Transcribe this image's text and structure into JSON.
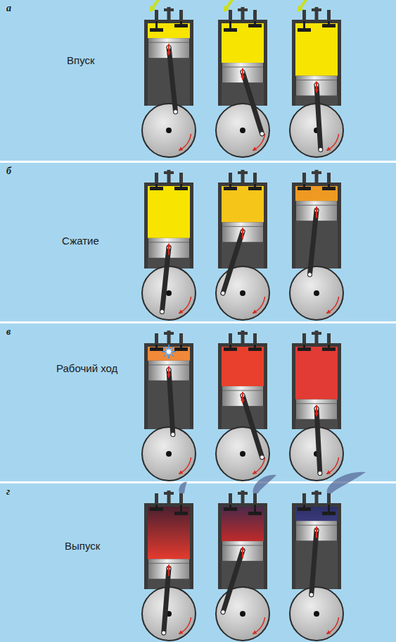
{
  "diagram": {
    "nodes": [
      {
        "text": [
          "а",
          "Впуск"
        ]
      },
      {
        "text": [
          "б",
          "Сжатие"
        ]
      },
      {
        "text": [
          "в",
          "Рабочий ход"
        ]
      },
      {
        "text": [
          "г",
          "Выпуск"
        ]
      }
    ]
  }
}
